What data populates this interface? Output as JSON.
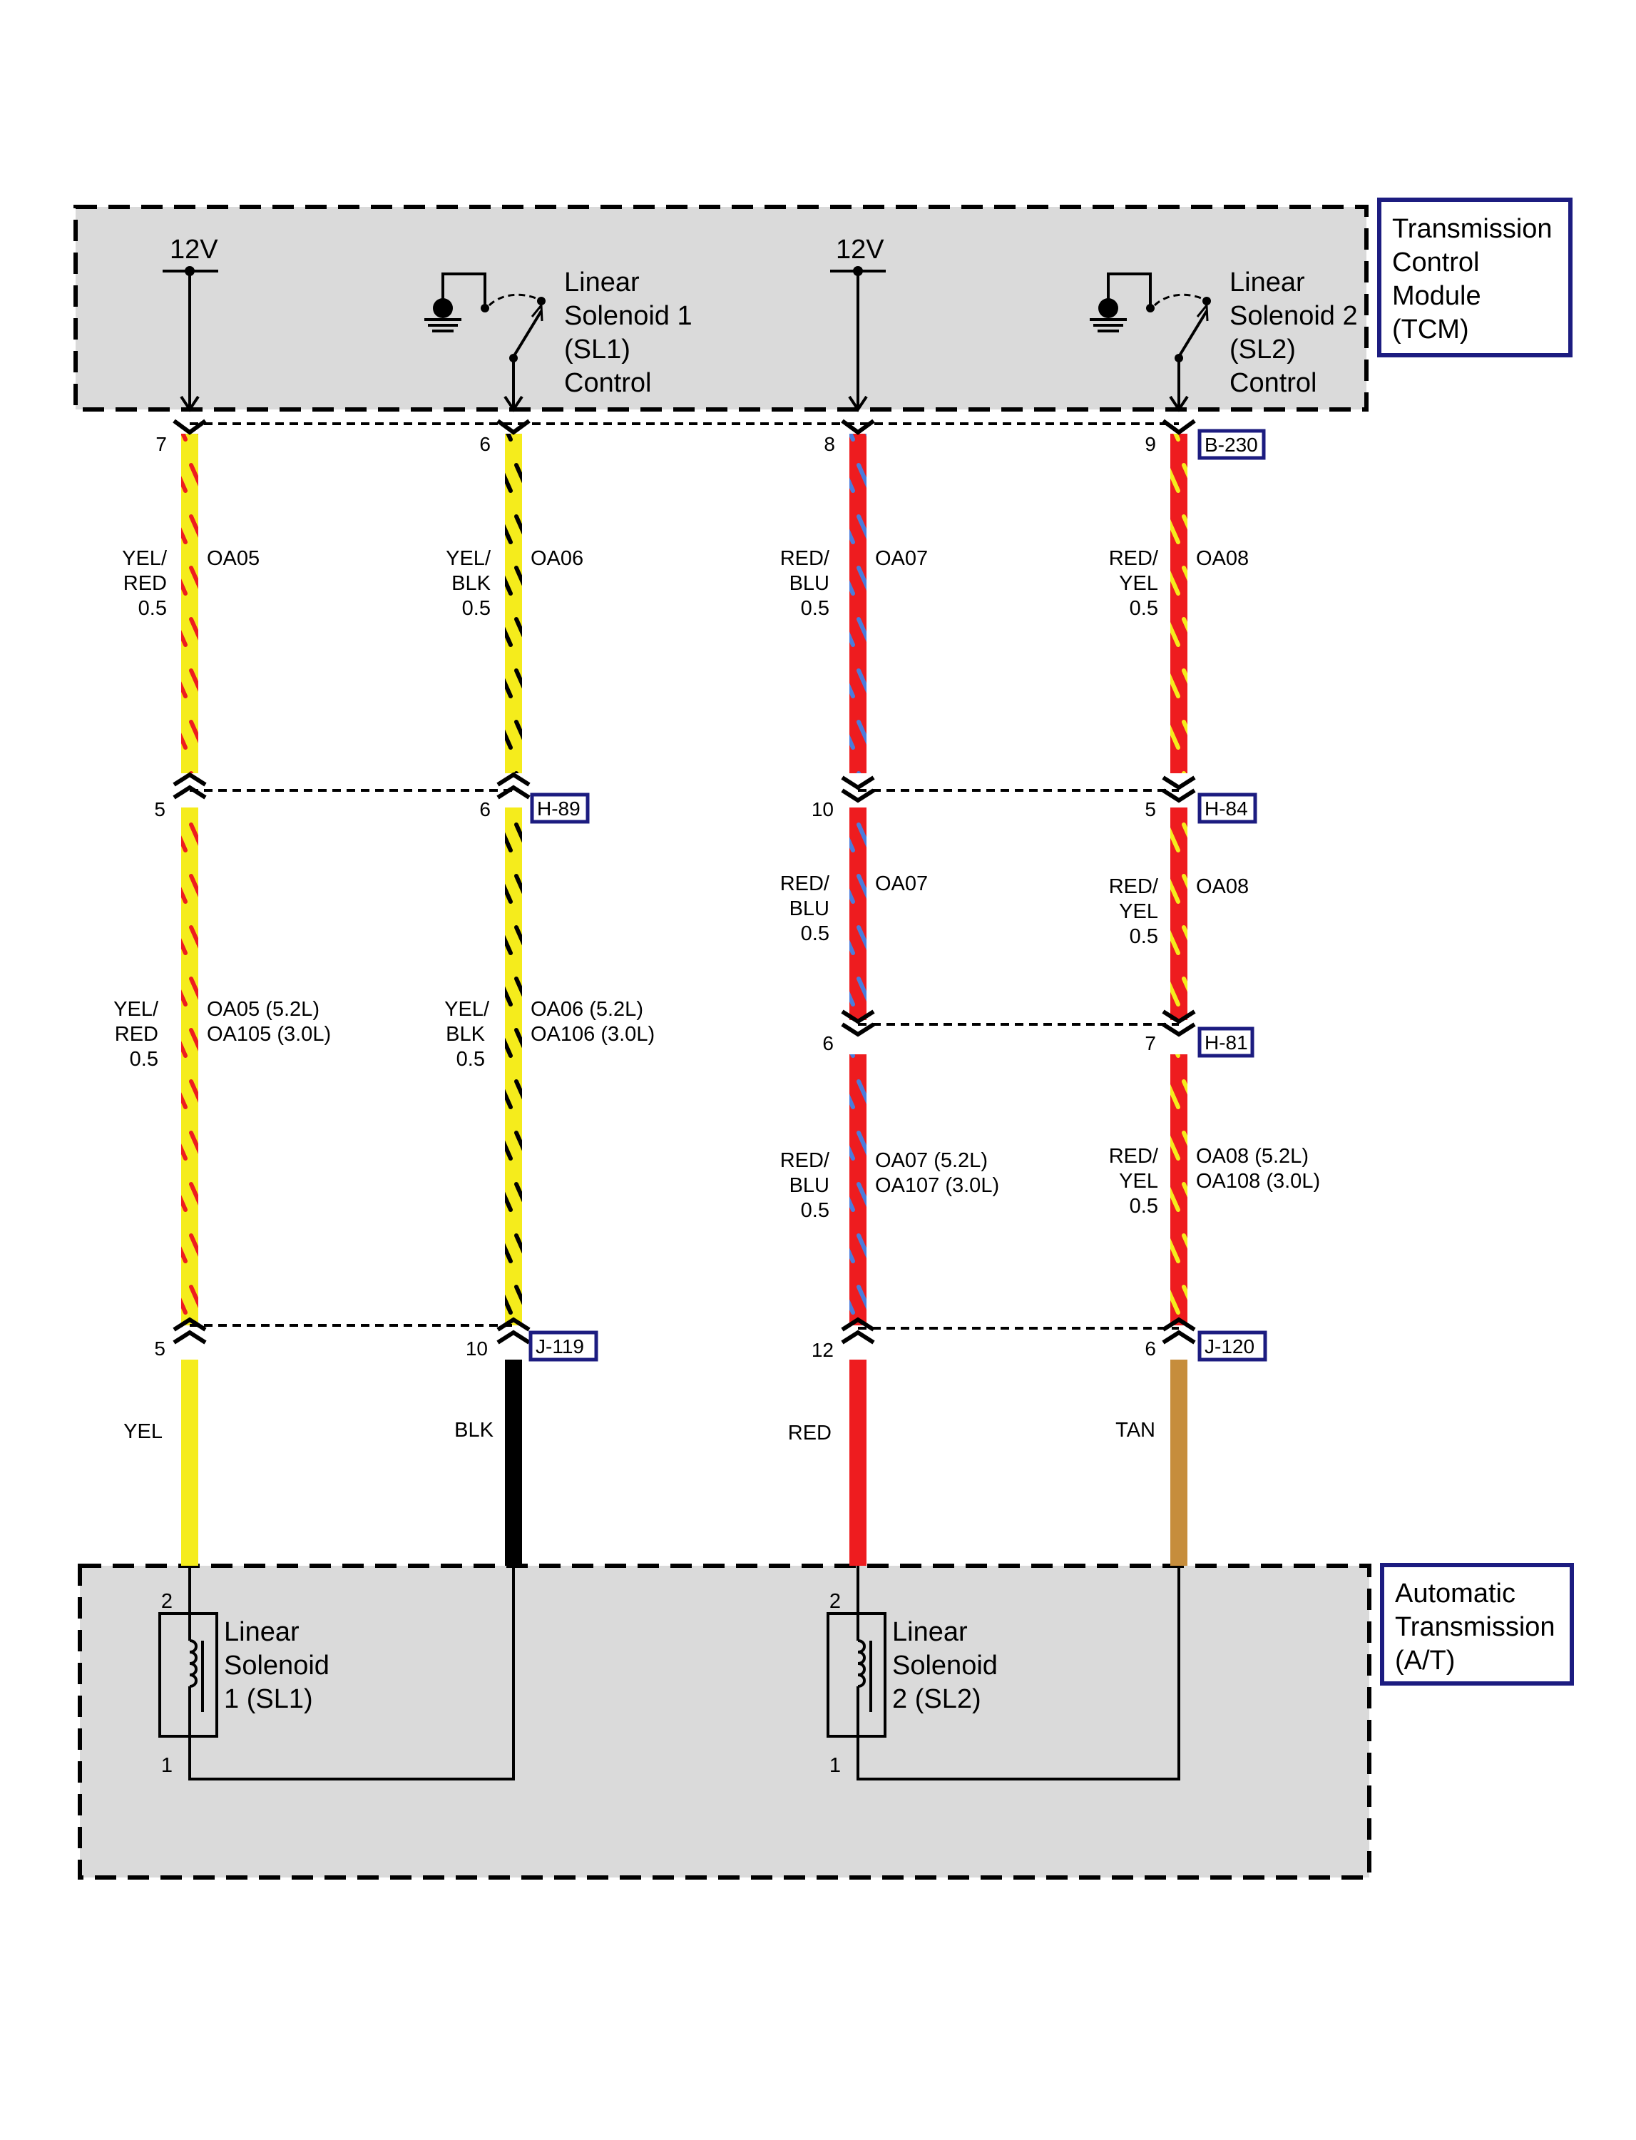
{
  "modules": {
    "tcm": {
      "label_lines": [
        "Transmission",
        "Control",
        "Module",
        "(TCM)"
      ],
      "power_left": "12V",
      "power_right": "12V",
      "sl1_control_lines": [
        "Linear",
        "Solenoid 1",
        "(SL1)",
        "Control"
      ],
      "sl2_control_lines": [
        "Linear",
        "Solenoid 2",
        "(SL2)",
        "Control"
      ]
    },
    "at": {
      "label_lines": [
        "Automatic",
        "Transmission",
        "(A/T)"
      ],
      "sl1_lines": [
        "Linear",
        "Solenoid",
        "1 (SL1)"
      ],
      "sl2_lines": [
        "Linear",
        "Solenoid",
        "2 (SL2)"
      ],
      "sl1_pin_top": "2",
      "sl1_pin_bottom": "1",
      "sl2_pin_top": "2",
      "sl2_pin_bottom": "1"
    }
  },
  "connectors": {
    "b230": {
      "id": "B-230",
      "pins": [
        "7",
        "6",
        "8",
        "9"
      ]
    },
    "h89": {
      "id": "H-89",
      "pins": [
        "5",
        "6"
      ]
    },
    "h84": {
      "id": "H-84",
      "pins": [
        "10",
        "5"
      ]
    },
    "h81": {
      "id": "H-81",
      "pins": [
        "6",
        "7"
      ]
    },
    "j119": {
      "id": "J-119",
      "pins": [
        "5",
        "10"
      ]
    },
    "j120": {
      "id": "J-120",
      "pins": [
        "12",
        "6"
      ]
    }
  },
  "wires": {
    "w1": {
      "seg1": {
        "color_lines": [
          "YEL/",
          "RED",
          "0.5"
        ],
        "circuit_lines": [
          "OA05"
        ]
      },
      "seg2": {
        "color_lines": [
          "YEL/",
          "RED",
          "0.5"
        ],
        "circuit_lines": [
          "OA05 (5.2L)",
          "OA105 (3.0L)"
        ]
      },
      "seg3": {
        "color_lines": [
          "YEL"
        ]
      }
    },
    "w2": {
      "seg1": {
        "color_lines": [
          "YEL/",
          "BLK",
          "0.5"
        ],
        "circuit_lines": [
          "OA06"
        ]
      },
      "seg2": {
        "color_lines": [
          "YEL/",
          "BLK",
          "0.5"
        ],
        "circuit_lines": [
          "OA06 (5.2L)",
          "OA106 (3.0L)"
        ]
      },
      "seg3": {
        "color_lines": [
          "BLK"
        ]
      }
    },
    "w3": {
      "seg1": {
        "color_lines": [
          "RED/",
          "BLU",
          "0.5"
        ],
        "circuit_lines": [
          "OA07"
        ]
      },
      "seg2": {
        "color_lines": [
          "RED/",
          "BLU",
          "0.5"
        ],
        "circuit_lines": [
          "OA07"
        ]
      },
      "seg3": {
        "color_lines": [
          "RED/",
          "BLU",
          "0.5"
        ],
        "circuit_lines": [
          "OA07 (5.2L)",
          "OA107 (3.0L)"
        ]
      },
      "seg4": {
        "color_lines": [
          "RED"
        ]
      }
    },
    "w4": {
      "seg1": {
        "color_lines": [
          "RED/",
          "YEL",
          "0.5"
        ],
        "circuit_lines": [
          "OA08"
        ]
      },
      "seg2": {
        "color_lines": [
          "RED/",
          "YEL",
          "0.5"
        ],
        "circuit_lines": [
          "OA08"
        ]
      },
      "seg3": {
        "color_lines": [
          "RED/",
          "YEL",
          "0.5"
        ],
        "circuit_lines": [
          "OA08 (5.2L)",
          "OA108 (3.0L)"
        ]
      },
      "seg4": {
        "color_lines": [
          "TAN"
        ]
      }
    }
  },
  "colors": {
    "yellow": "#f5ec1c",
    "red": "#ee1c1f",
    "blue": "#4a7cdc",
    "black": "#000000",
    "tan": "#c68d3c",
    "module_fill": "#dadada",
    "label_border": "#1c1c80"
  }
}
